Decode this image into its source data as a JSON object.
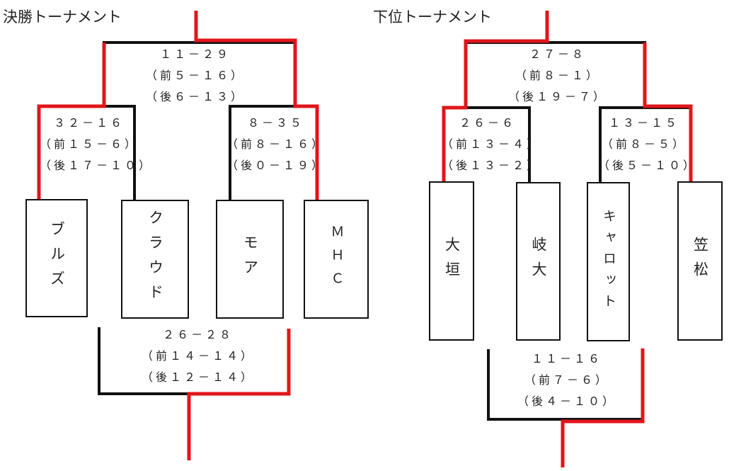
{
  "colors": {
    "line": "#111111",
    "winner": "#e0161b"
  },
  "left": {
    "title": "決勝トーナメント",
    "final": {
      "total": "１１－２９",
      "first": "（前５－１６）",
      "second": "（後６－１３）"
    },
    "semi_left": {
      "total": "３２－１６",
      "first": "（前１５－６）",
      "second": "（後１７－１０）"
    },
    "semi_right": {
      "total": "８－３５",
      "first": "（前８－１６）",
      "second": "（後０－１９）"
    },
    "third_place": {
      "total": "２６－２８",
      "first": "（前１４－１４）",
      "second": "（後１２－１４）"
    },
    "teams": [
      "ブルズ",
      "クラウド",
      "モア",
      "ＭＨＣ"
    ]
  },
  "right": {
    "title": "下位トーナメント",
    "final": {
      "total": "２７－８",
      "first": "（前８－１）",
      "second": "（後１９－７）"
    },
    "semi_left": {
      "total": "２６－６",
      "first": "（前１３－４）",
      "second": "（後１３－２）"
    },
    "semi_right": {
      "total": "１３－１５",
      "first": "（前８－５）",
      "second": "（後５－１０）"
    },
    "third_place": {
      "total": "１１－１６",
      "first": "（前７－６）",
      "second": "（後４－１０）"
    },
    "teams": [
      "大垣",
      "岐大",
      "キャロット",
      "笠松"
    ]
  }
}
